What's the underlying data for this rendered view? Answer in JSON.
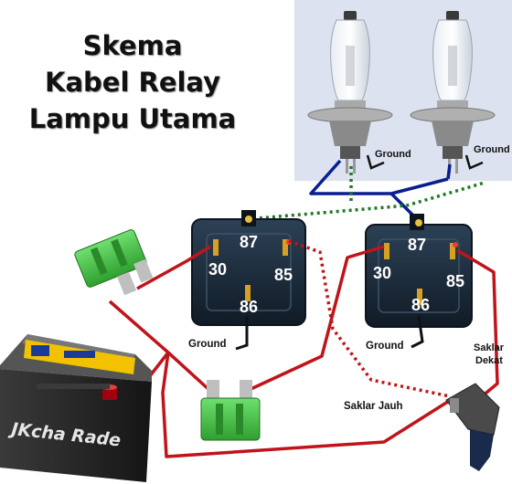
{
  "title": {
    "lines": [
      "Skema",
      "Kabel Relay",
      "Lampu Utama"
    ]
  },
  "relays": [
    {
      "pins": {
        "p87": "87",
        "p30": "30",
        "p85": "85",
        "p86": "86"
      },
      "ground_label": "Ground"
    },
    {
      "pins": {
        "p87": "87",
        "p30": "30",
        "p85": "85",
        "p86": "86"
      },
      "ground_label": "Ground"
    }
  ],
  "bulbs": [
    {
      "ground_label": "Ground"
    },
    {
      "ground_label": "Ground"
    }
  ],
  "switches": {
    "near_label": "Saklar Dekat",
    "far_label": "Saklar Jauh"
  },
  "battery": {
    "brand_text": "JKcha Rade"
  },
  "colors": {
    "wire_red": "#c0141a",
    "wire_blue": "#0a1f8f",
    "wire_green": "#1f7a24",
    "relay_body": "#1a2b3c",
    "fuse_green": "#3fbf3f",
    "battery_black": "#222222",
    "battery_label_yellow": "#f2c200"
  }
}
